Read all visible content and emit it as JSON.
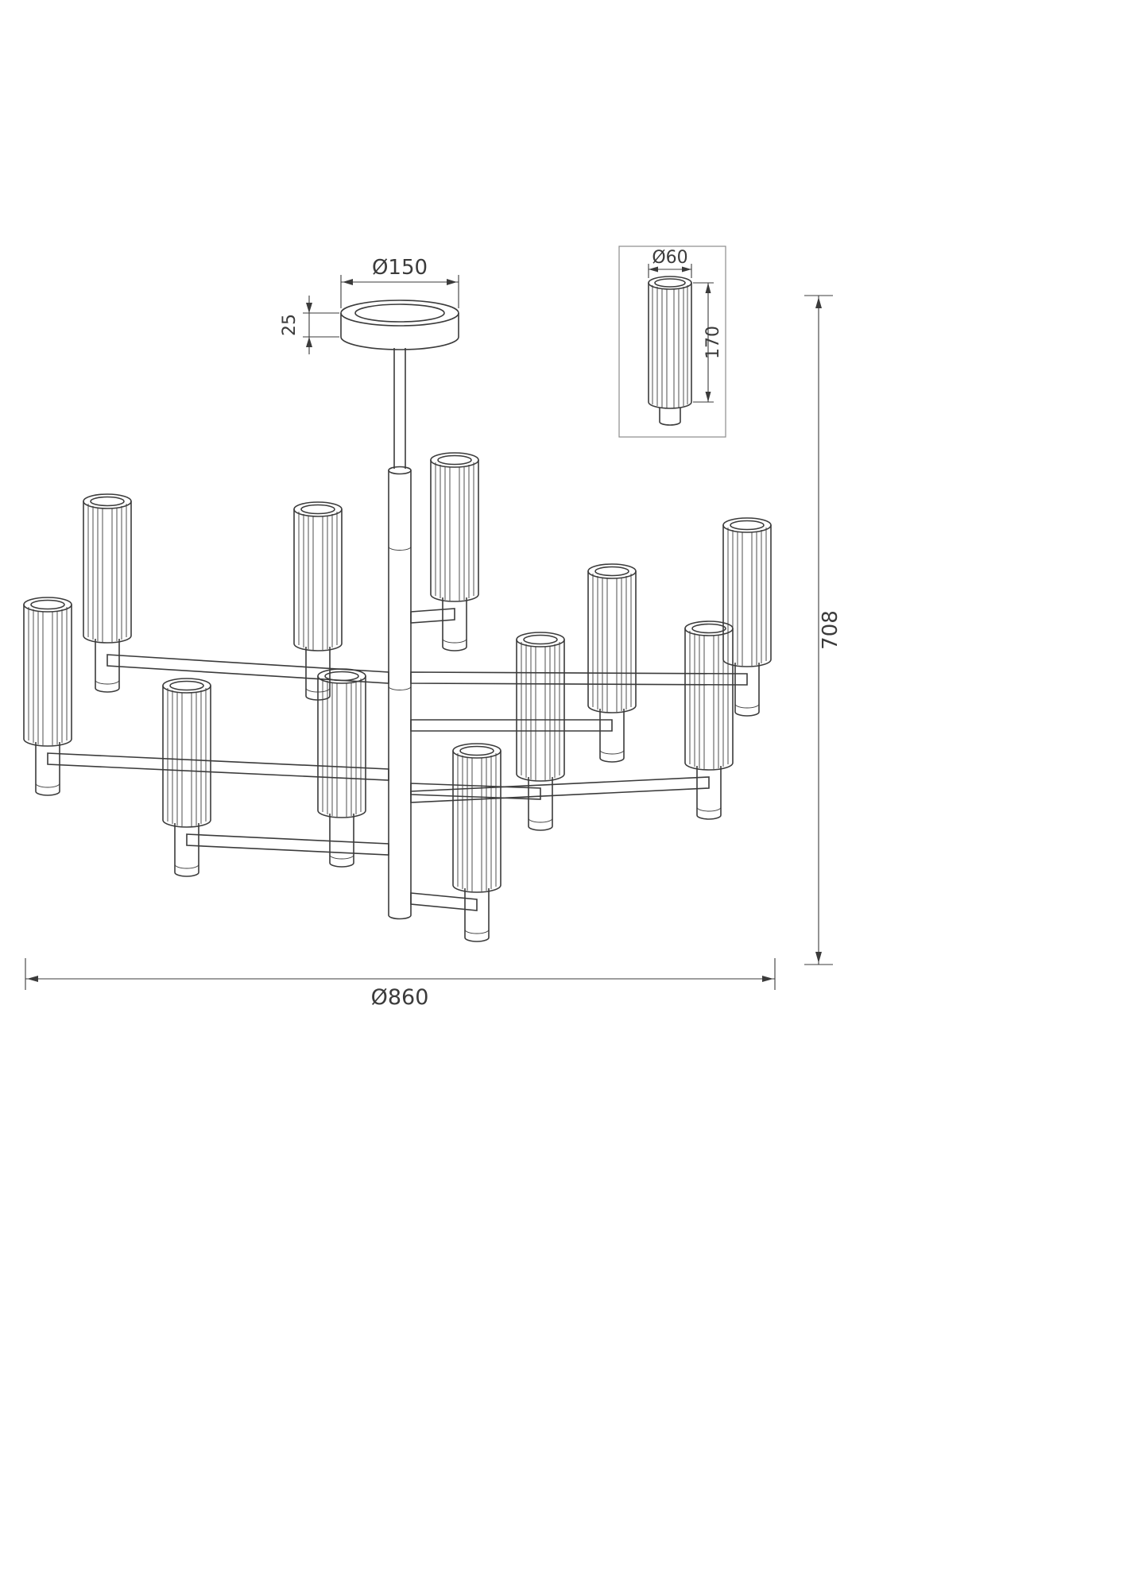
{
  "drawing": {
    "dimensions": {
      "canopy_diameter": "Ø150",
      "canopy_height": "25",
      "shade_diameter": "Ø60",
      "shade_height": "170",
      "overall_height": "708",
      "overall_diameter": "Ø860"
    },
    "colors": {
      "line": "#3b3b3b",
      "detail_box_border": "#8c8c8c",
      "background": "#ffffff"
    }
  }
}
